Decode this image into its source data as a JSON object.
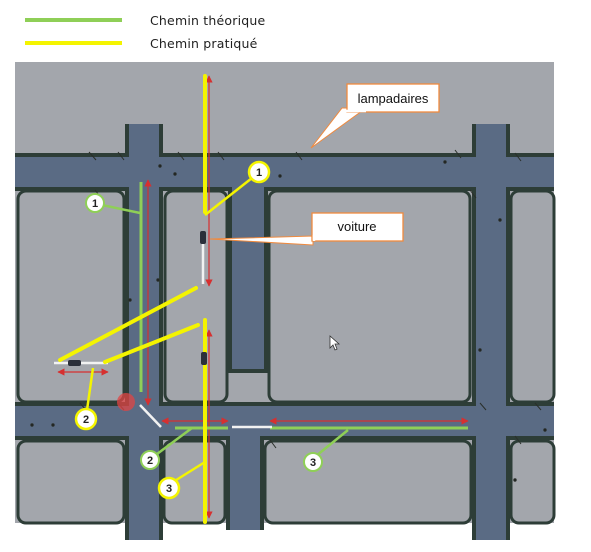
{
  "legend": {
    "theoretical": {
      "label": "Chemin théorique",
      "color": "#8fcf57"
    },
    "practical": {
      "label": "Chemin pratiqué",
      "color": "#f4f400"
    }
  },
  "callouts": {
    "streetlights": "lampadaires",
    "car": "voiture"
  },
  "markers": {
    "m1_theoretical": "1",
    "m1_practical": "1",
    "m2_practical": "2",
    "m2_theoretical": "2",
    "m3_theoretical": "3",
    "m3_practical": "3"
  },
  "colors": {
    "background": "#a3a6ac",
    "road": "#5a6b84",
    "road_edge": "#2d3d37",
    "measure_arrow": "#d63030",
    "callout_border": "#f08a3e"
  }
}
